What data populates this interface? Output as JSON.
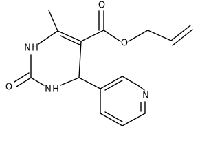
{
  "structure": {
    "atom_labels": {
      "n1_label": "N",
      "n1_h_label": "H",
      "n3_label": "N",
      "n3_h_label": "H",
      "carbonyl_o_label": "O",
      "ester_carbonyl_o_label": "O",
      "ester_o_label": "O",
      "pyridine_n_label": "N"
    },
    "colors": {
      "bond": "#000000",
      "background": "#ffffff"
    }
  }
}
